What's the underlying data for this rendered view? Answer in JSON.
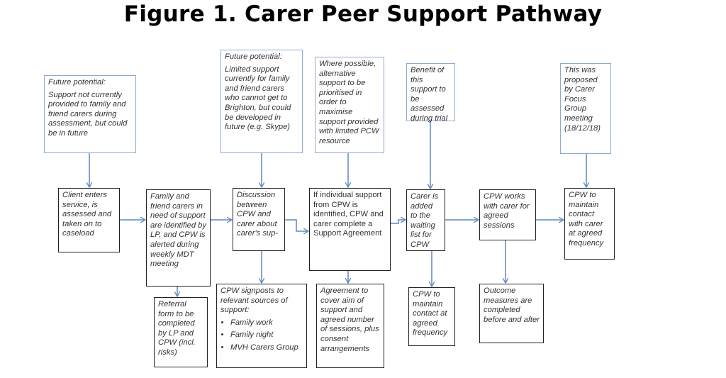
{
  "title": "Figure 1. Carer Peer Support Pathway",
  "notes": [
    {
      "heading": "Future potential:",
      "text": "Support not currently provided to family and friend carers during assessment, but could be in future"
    },
    {
      "heading": "Future potential:",
      "text": "Limited support currently for family and friend carers who cannot get to Brighton, but could be developed in future (e.g. Skype)"
    },
    {
      "text": "Where possible, alternative support to be prioritised in order to maximise support provided with limited PCW resource"
    },
    {
      "text": "Benefit of this support to be assessed during trial"
    },
    {
      "text": "This was proposed by Carer Focus Group meeting (18/12/18)"
    }
  ],
  "steps": [
    {
      "text": "Client enters service, is assessed and taken on to caseload"
    },
    {
      "text": "Family and friend carers in need of support are identified by LP, and CPW is alerted during weekly MDT meeting"
    },
    {
      "text": "Discussion between CPW and carer about carer's sup-"
    },
    {
      "text": "If individual support from CPW is identified, CPW and carer complete a Support Agreement"
    },
    {
      "text": "Carer is added to the waiting list for CPW"
    },
    {
      "text": "CPW works with carer for agreed sessions"
    },
    {
      "text": "CPW to maintain contact with carer at agreed frequency"
    }
  ],
  "outcomes": [
    {
      "text": "Referral form to be completed by LP and CPW (incl. risks)"
    },
    {
      "text": "CPW signposts to relevant sources of support:",
      "items": [
        "Family work",
        "Family night",
        "MVH Carers Group"
      ]
    },
    {
      "text": "Agreement to cover aim of support and agreed number of sessions, plus consent arrangements"
    },
    {
      "text": "CPW to maintain contact at agreed frequency"
    },
    {
      "text": "Outcome measures are completed before and after"
    }
  ],
  "colors": {
    "arrow": "#5b87c0",
    "note_border": "#8eaad0",
    "box_border": "#222222"
  }
}
